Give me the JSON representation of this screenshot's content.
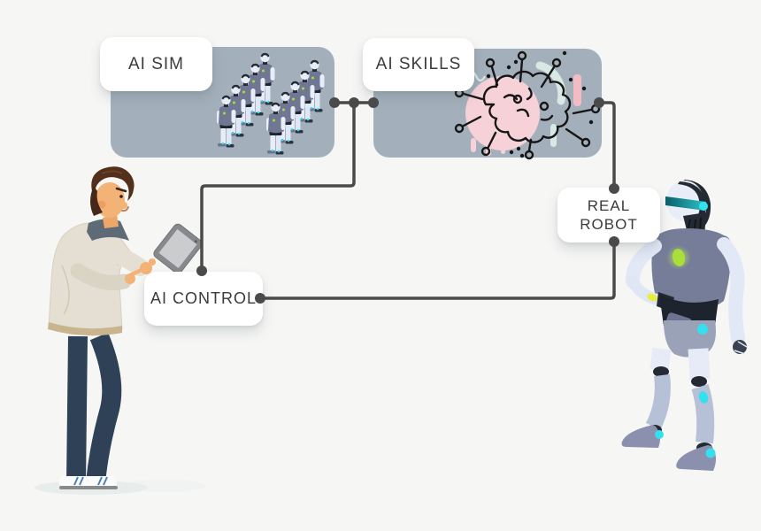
{
  "nodes": {
    "ai_sim": {
      "label": "AI SIM"
    },
    "ai_skills": {
      "label": "AI SKILLS"
    },
    "real_robot": {
      "label": "REAL ROBOT"
    },
    "ai_control": {
      "label": "AI CONTROL"
    }
  },
  "illustrations": {
    "sim_panel": "robot-crowd",
    "skills_panel": "brain-circuit-doodle",
    "left_figure": "man-with-tablet",
    "right_figure": "humanoid-robot"
  },
  "colors": {
    "background": "#f6f6f5",
    "panel": "#a3b0bb",
    "connector": "#4a4a4a",
    "card_text": "#3b3b3b",
    "accent_cyan": "#35e0ee",
    "accent_lime": "#a8df39",
    "accent_pink": "#f6d2d8",
    "accent_mint": "#d8e8e2"
  }
}
